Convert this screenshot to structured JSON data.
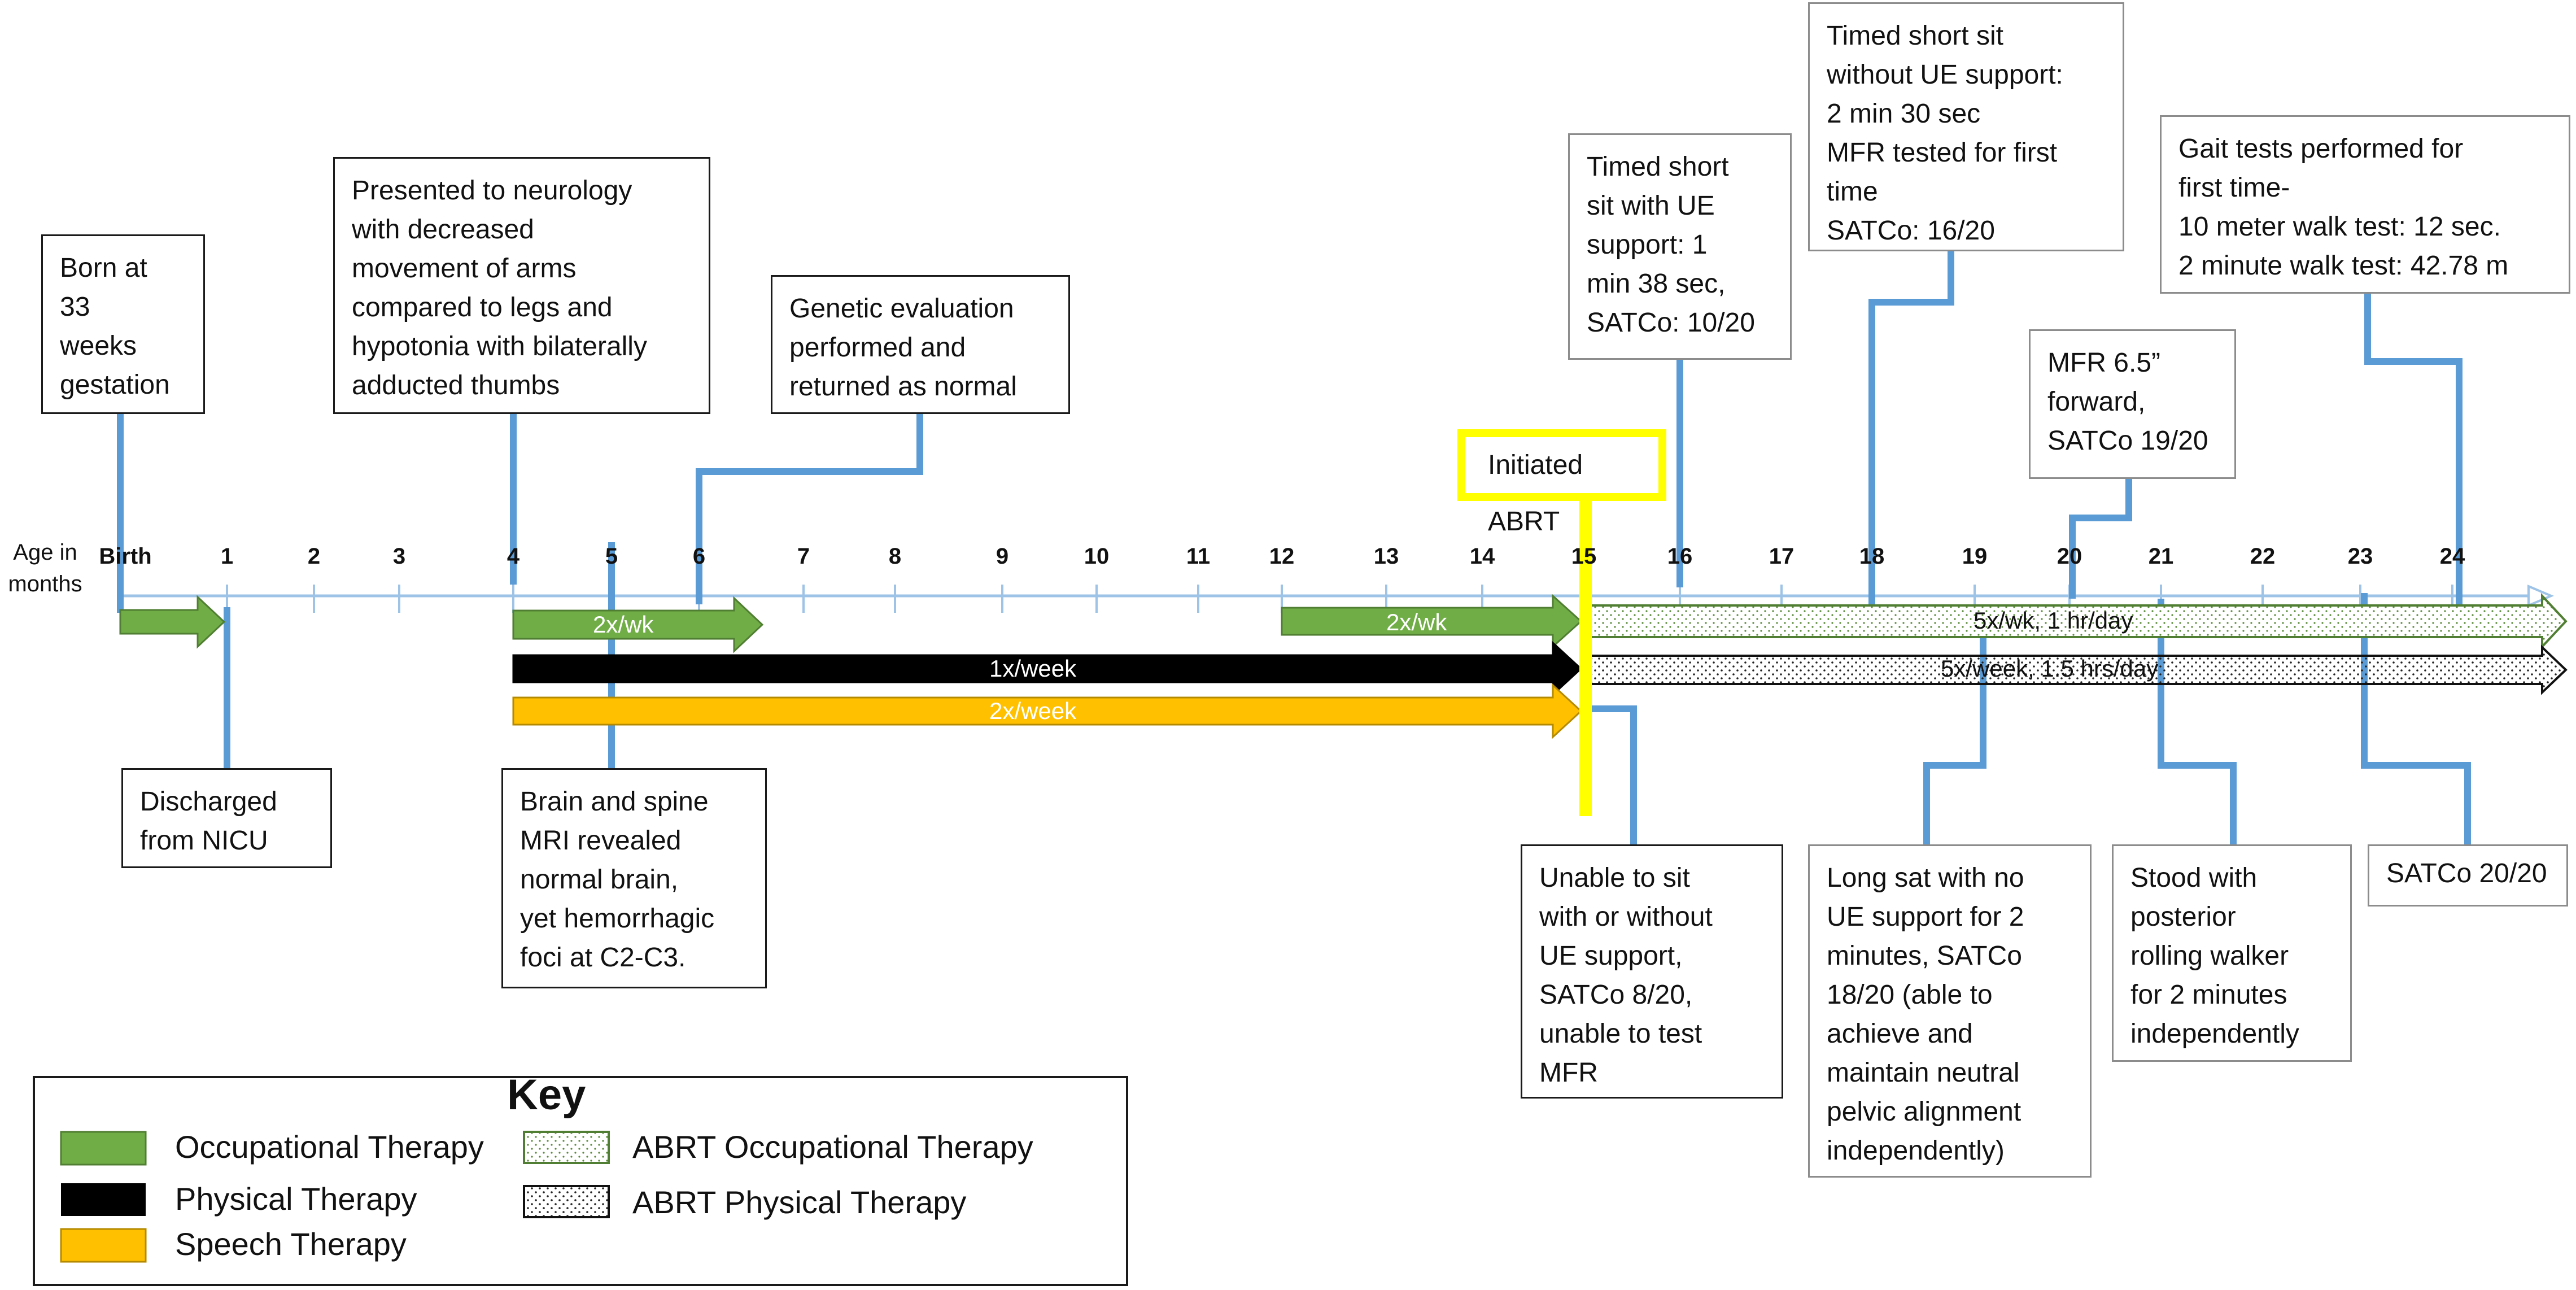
{
  "axis": {
    "title": "Age in\nmonths",
    "birth_label": "Birth",
    "months": [
      "1",
      "2",
      "3",
      "4",
      "5",
      "6",
      "7",
      "8",
      "9",
      "10",
      "11",
      "12",
      "13",
      "14",
      "15",
      "16",
      "17",
      "18",
      "19",
      "20",
      "21",
      "22",
      "23",
      "24"
    ]
  },
  "events_above": [
    {
      "id": "born",
      "text": "Born at\n33\nweeks\ngestation"
    },
    {
      "id": "neuro",
      "text": "Presented to neurology\nwith decreased\nmovement of arms\ncompared to legs and\nhypotonia with bilaterally\nadducted thumbs"
    },
    {
      "id": "genetic",
      "text": "Genetic evaluation\nperformed and\nreturned as normal"
    },
    {
      "id": "timed1",
      "text": "Timed short\nsit with UE\nsupport: 1\nmin 38 sec,\nSATCo: 10/20"
    },
    {
      "id": "timed2",
      "text": "Timed short sit\nwithout UE support:\n2 min 30 sec\nMFR tested for first\ntime\nSATCo: 16/20"
    },
    {
      "id": "mfr",
      "text": "MFR 6.5”\nforward,\nSATCo 19/20"
    },
    {
      "id": "gait",
      "text": "Gait tests performed for\nfirst time-\n10 meter walk test: 12 sec.\n2 minute walk test: 42.78 m"
    }
  ],
  "events_below": [
    {
      "id": "nicu",
      "text": "Discharged\nfrom NICU"
    },
    {
      "id": "mri",
      "text": "Brain and spine\nMRI revealed\nnormal brain,\nyet hemorrhagic\nfoci at C2-C3."
    },
    {
      "id": "unable",
      "text": "Unable to sit\nwith or without\nUE support,\nSATCo 8/20,\nunable to test\nMFR"
    },
    {
      "id": "longsat",
      "text": "Long sat with no\nUE support for 2\nminutes, SATCo\n18/20 (able to\nachieve and\nmaintain  neutral\npelvic alignment\nindependently)"
    },
    {
      "id": "stood",
      "text": "Stood with\nposterior\nrolling walker\nfor 2 minutes\nindependently"
    },
    {
      "id": "satco20",
      "text": "SATCo 20/20"
    }
  ],
  "initiated": "Initiated ABRT",
  "bars": {
    "ot1_label": "2x/wk",
    "ot2_label": "2x/wk",
    "pt_label": "1x/week",
    "st_label": "2x/week",
    "abrt_ot_label": "5x/wk, 1 hr/day",
    "abrt_pt_label": "5x/week, 1.5 hrs/day"
  },
  "key": {
    "title": "Key",
    "items": [
      "Occupational Therapy",
      "Physical  Therapy",
      "Speech Therapy",
      "ABRT Occupational Therapy",
      "ABRT Physical Therapy"
    ]
  },
  "colors": {
    "ot": "#70ad47",
    "ot_border": "#507e32",
    "pt": "#000000",
    "st": "#ffc000",
    "st_border": "#b48a00",
    "connector": "#5b9bd5",
    "axis": "#9dc3e6",
    "highlight": "#ffff00"
  }
}
